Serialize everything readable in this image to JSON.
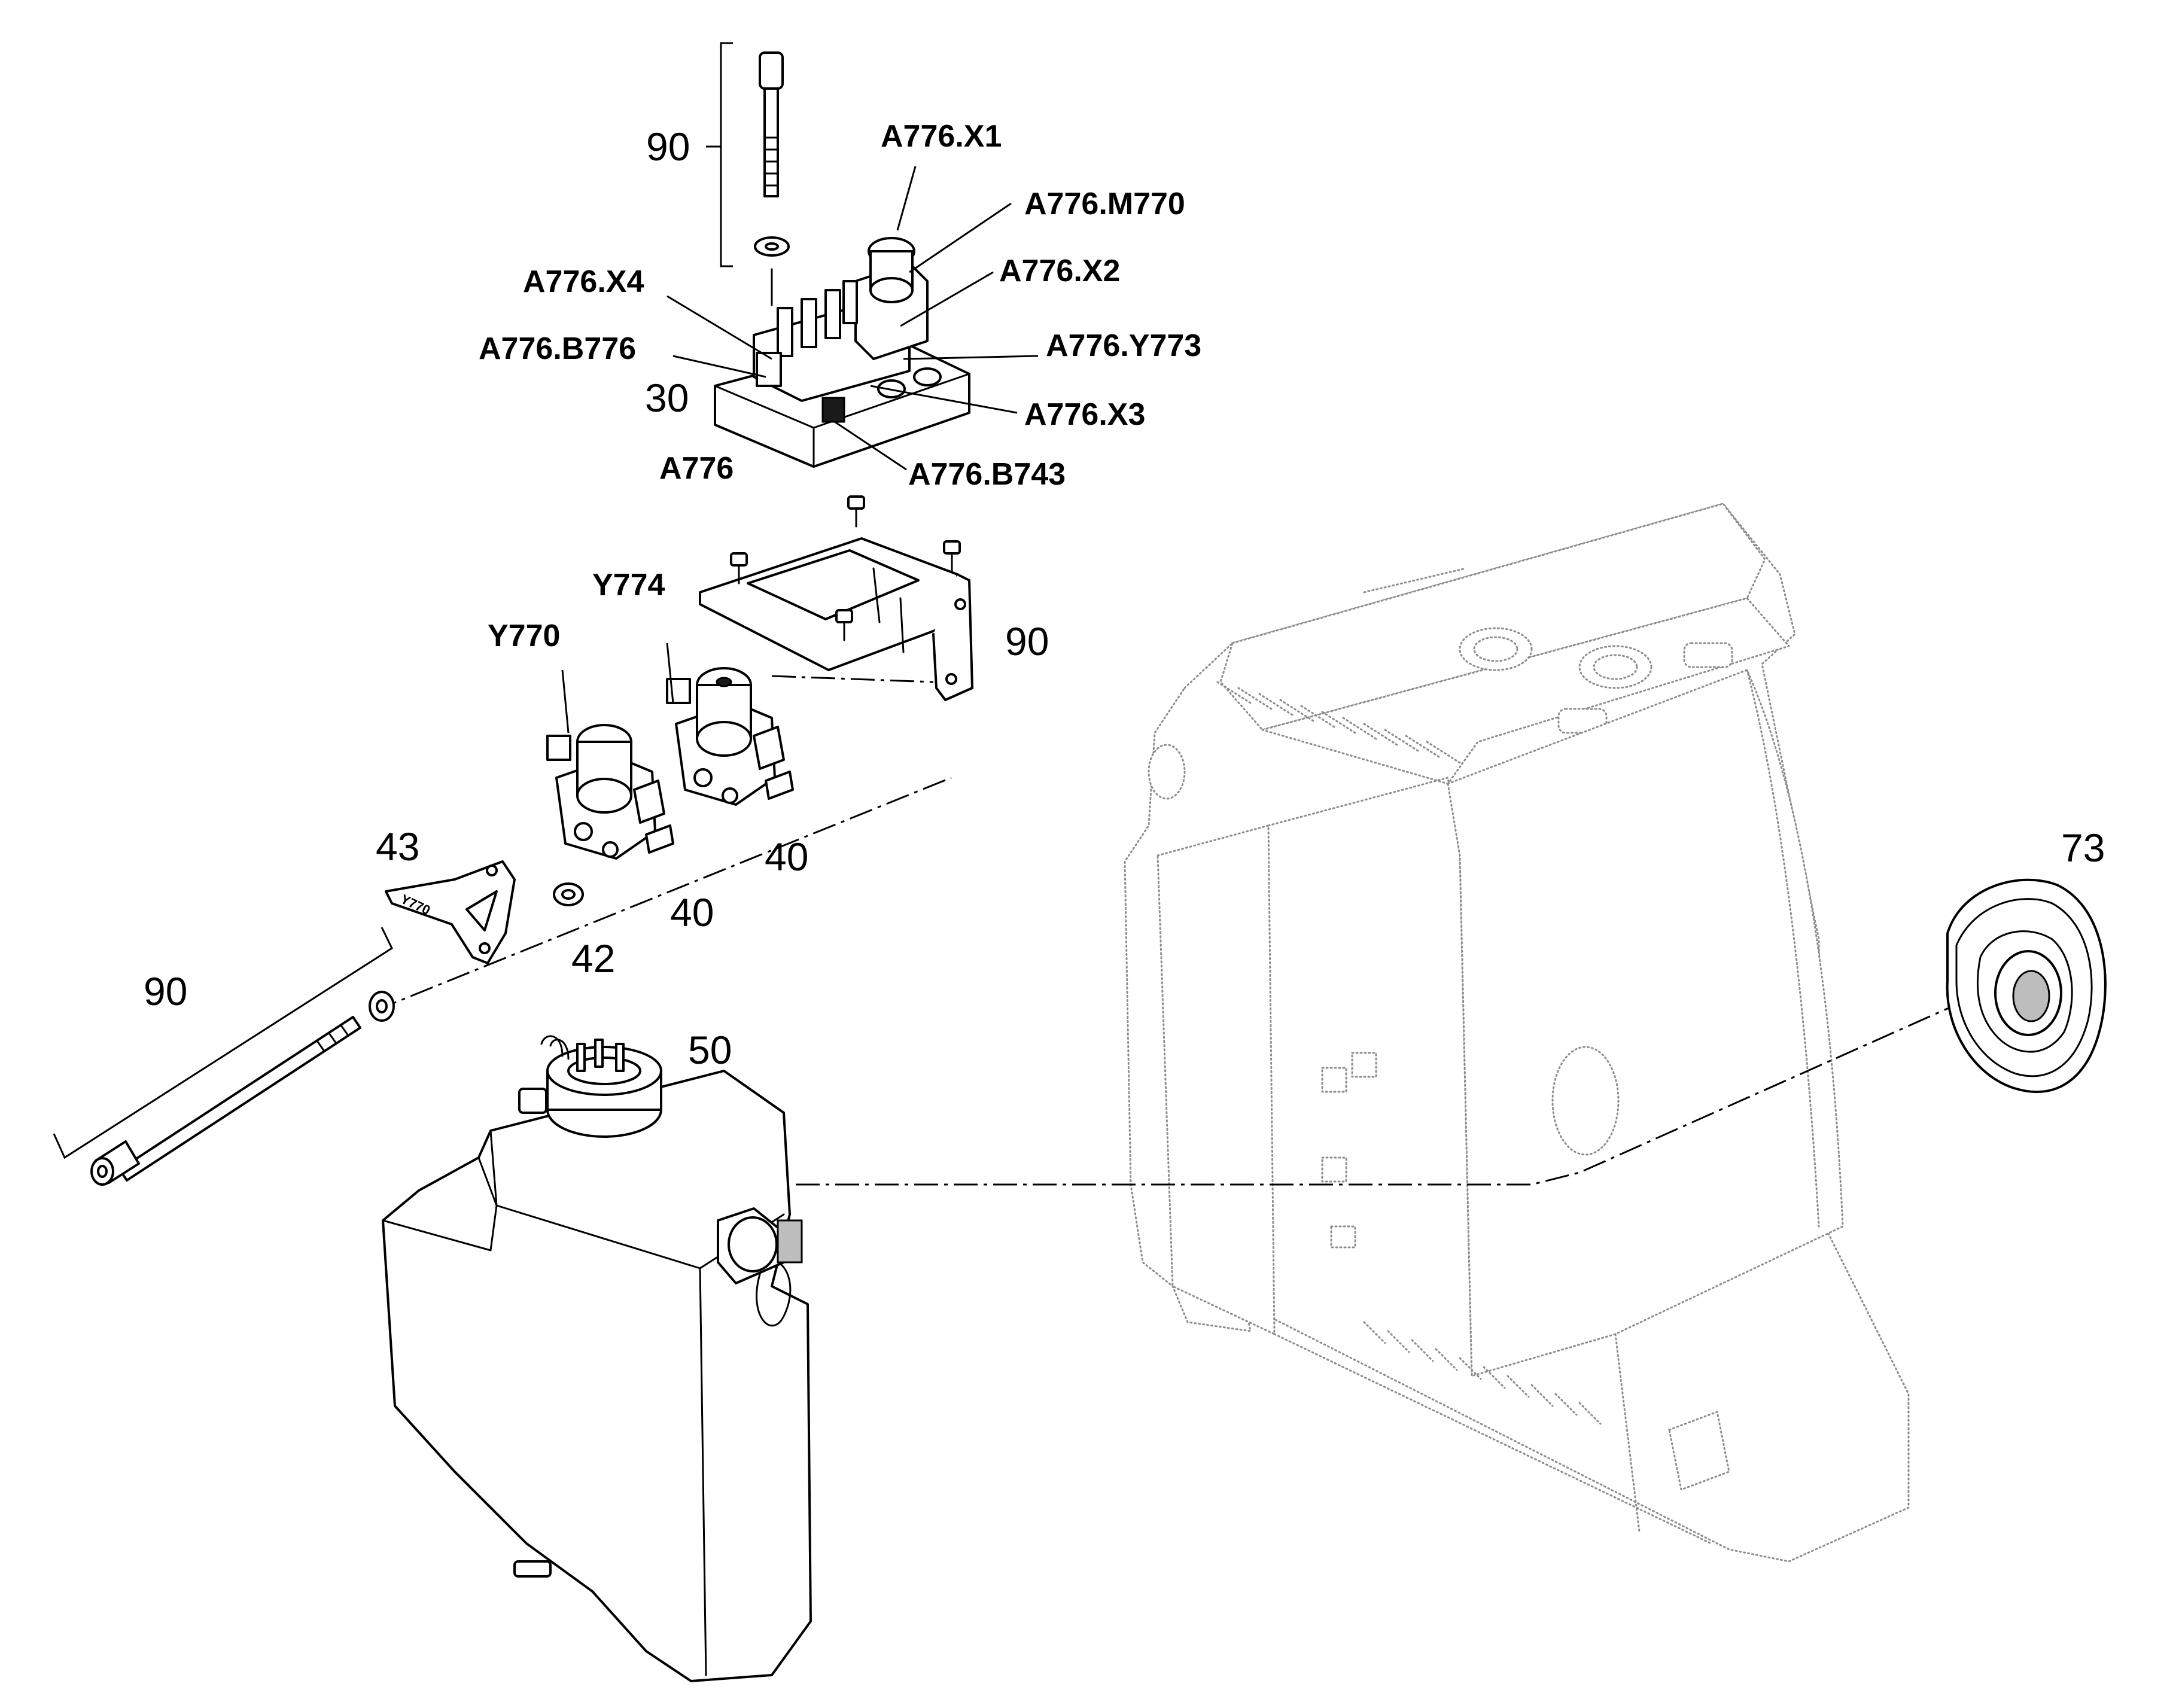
{
  "figure": {
    "labels": {
      "screw_top": "90",
      "bracket": "90",
      "screw_long": "90",
      "manifold": "30",
      "assembly": "A776",
      "x1": "A776.X1",
      "m770": "A776.M770",
      "x2": "A776.X2",
      "x4": "A776.X4",
      "b776": "A776.B776",
      "y773": "A776.Y773",
      "x3": "A776.X3",
      "b743": "A776.B743",
      "y774": "Y774",
      "y770": "Y770",
      "valve_a": "40",
      "valve_b": "40",
      "plate": "43",
      "washer": "42",
      "tank": "50",
      "grommet": "73"
    },
    "tag_text": "Y770"
  }
}
